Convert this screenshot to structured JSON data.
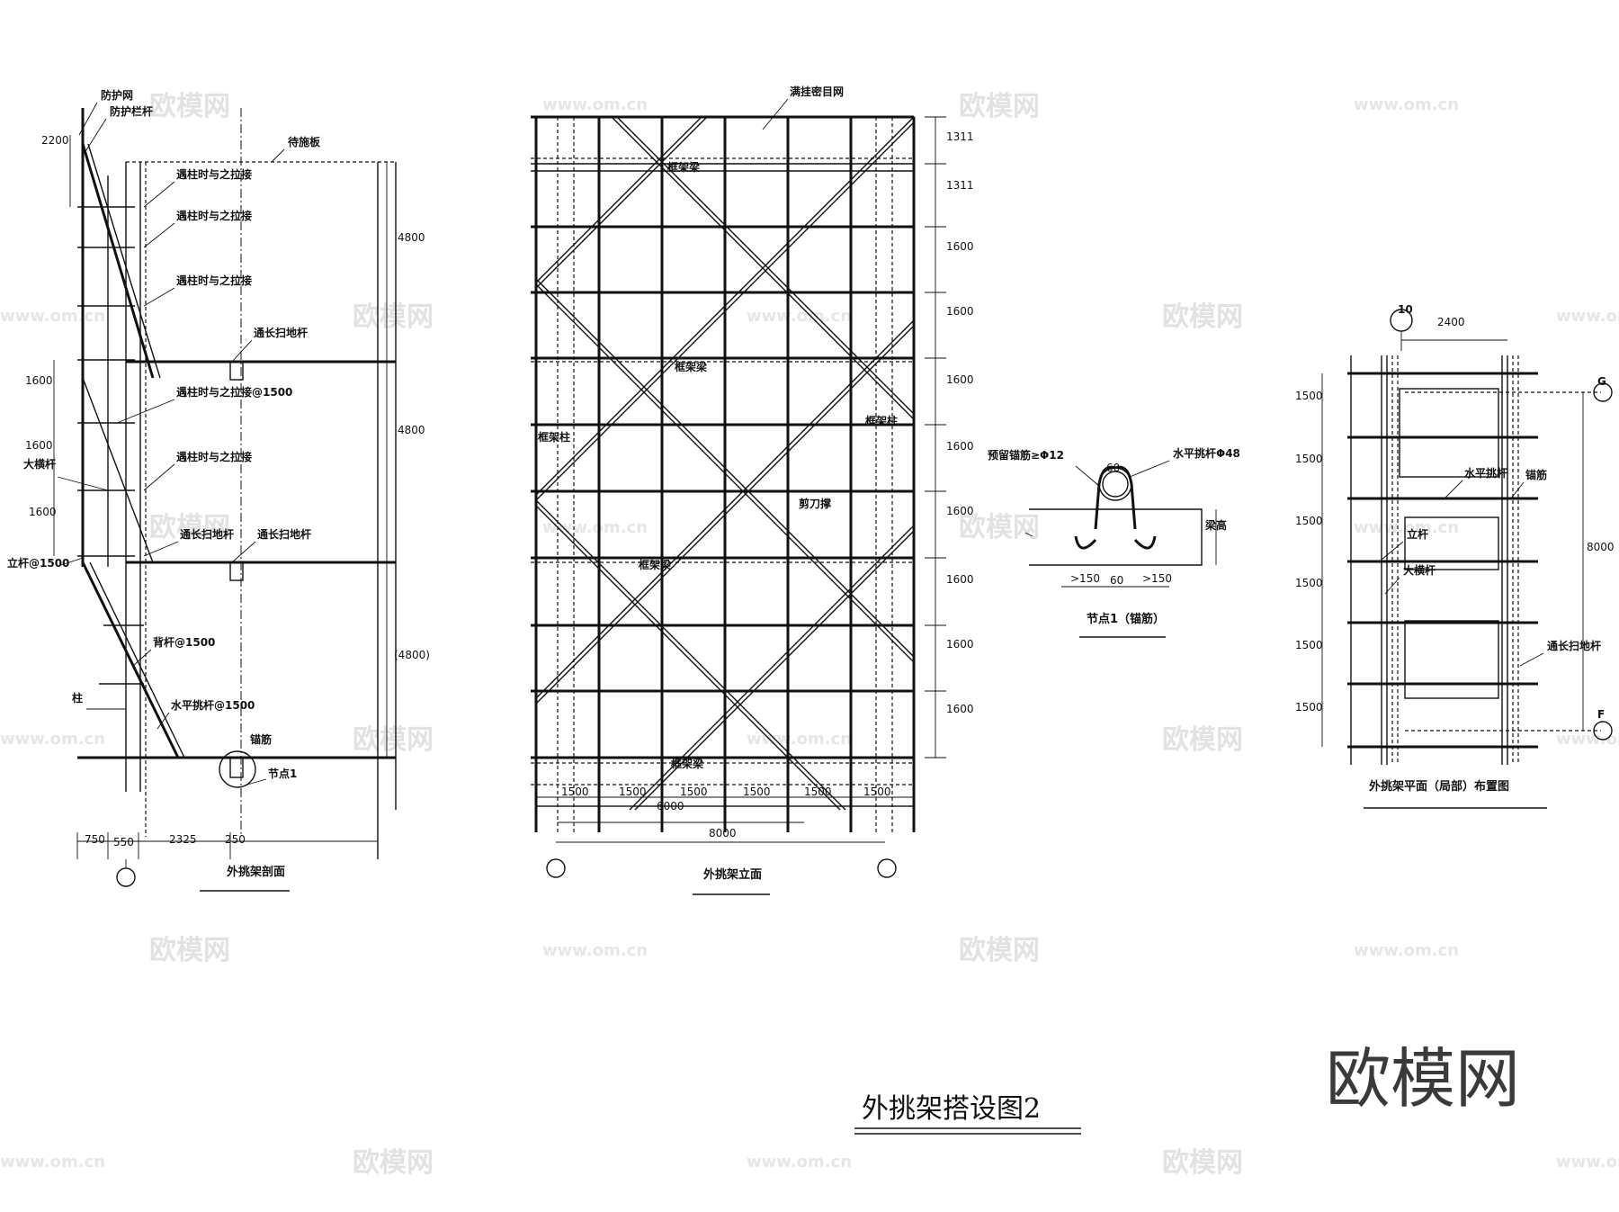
{
  "watermark": {
    "brand": "欧模网",
    "url": "www.om.cn",
    "logo_text": "欧模网"
  },
  "main_title": "外挑架搭设图2",
  "section": {
    "caption": "外挑架剖面",
    "labels": {
      "guard_net": "防护网",
      "guard_rail": "防护栏杆",
      "plank": "待施板",
      "tie1": "遇柱时与之拉接",
      "tie2": "遇柱时与之拉接",
      "tie3": "遇柱时与之拉接",
      "sweep1": "通长扫地杆",
      "tie4": "遇柱时与之拉接@1500",
      "tie5": "遇柱时与之拉接",
      "ledger": "大横杆",
      "sweep2": "通长扫地杆",
      "sweep3": "通长扫地杆",
      "standard": "立杆@1500",
      "back": "背杆@1500",
      "column": "柱",
      "cant": "水平挑杆@1500",
      "anchor": "锚筋",
      "node": "节点1"
    },
    "dims": {
      "h_top": "2200",
      "h_1": "1600",
      "h_2": "1600",
      "h_3": "1600",
      "r_1": "4800",
      "r_2": "4800",
      "r_3": "(4800)",
      "b_1": "750",
      "b_2": "550",
      "b_3": "2325",
      "b_4": "250"
    }
  },
  "elevation": {
    "caption": "外挑架立面",
    "labels": {
      "net": "满挂密目网",
      "beam1": "框架梁",
      "beam2": "框架梁",
      "beam3": "框架梁",
      "beam4": "框架梁",
      "col_left": "框架柱",
      "col_right": "框架柱",
      "brace": "剪刀撑"
    },
    "right_dims": [
      "1311",
      "1311",
      "1600",
      "1600",
      "1600",
      "1600",
      "1600",
      "1600",
      "1600",
      "1600"
    ],
    "bottom_dims": [
      "1500",
      "1500",
      "1500",
      "1500",
      "1500",
      "1500"
    ],
    "total_6000": "6000",
    "total_8000": "8000"
  },
  "node": {
    "caption": "节点1（锚筋）",
    "rebar": "预留锚筋≥Φ12",
    "tube": "水平挑杆Φ48",
    "beam_h": "梁高",
    "d_60_top": "60",
    "d_left": ">150",
    "d_mid": "60",
    "d_right": ">150"
  },
  "plan": {
    "caption": "外挑架平面（局部）布置图",
    "axis_top": "10",
    "axis_g": "G",
    "axis_f": "F",
    "dim_top": "2400",
    "dim_right": "8000",
    "left_dims": [
      "1500",
      "1500",
      "1500",
      "1500",
      "1500",
      "1500"
    ],
    "labels": {
      "cant": "水平挑杆",
      "anchor": "锚筋",
      "standard": "立杆",
      "ledger": "大横杆",
      "sweep": "通长扫地杆"
    }
  }
}
